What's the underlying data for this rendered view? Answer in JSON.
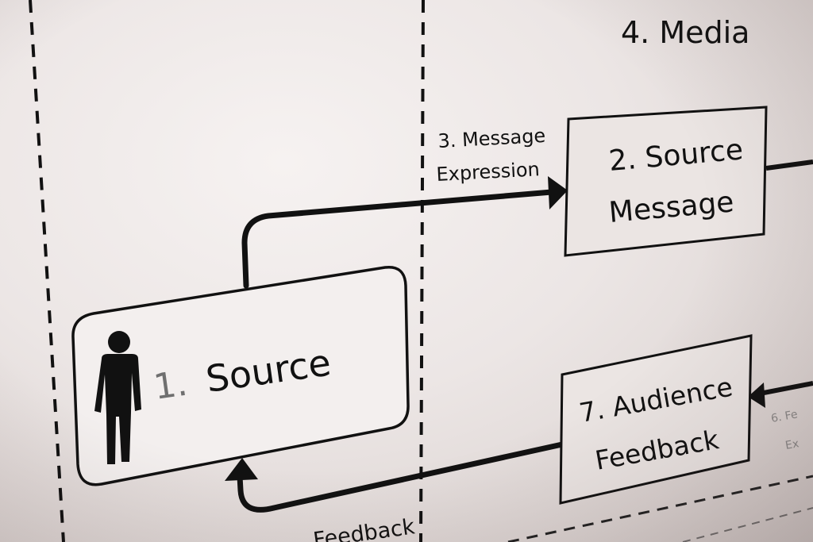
{
  "diagram": {
    "nodes": {
      "source": {
        "number": "1.",
        "label": "Source"
      },
      "source_message": {
        "line1": "2. Source",
        "line2": "Message"
      },
      "audience_feedback": {
        "line1": "7. Audience",
        "line2": "Feedback"
      }
    },
    "regions": {
      "media": "4. Media"
    },
    "edges": {
      "message_expression": {
        "line1": "3. Message",
        "line2": "Expression"
      },
      "feedback": "Feedback",
      "partial_feedback": {
        "line1": "6. Fe",
        "line2": "Ex"
      }
    }
  },
  "colors": {
    "ink": "#111111",
    "box_fill": "#ebe5e3",
    "source_fill": "#f3efee",
    "faint_text": "#6f6f6f"
  }
}
